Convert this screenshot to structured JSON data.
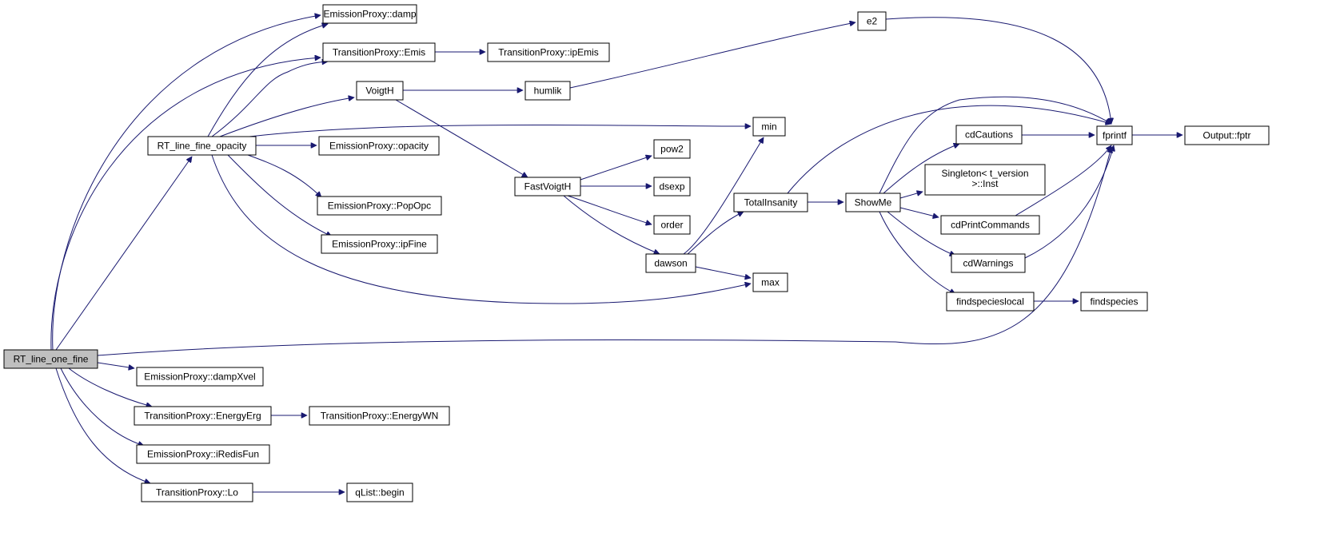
{
  "diagram": {
    "colors": {
      "edge": "#191970",
      "root_fill": "#bfbfbf",
      "node_fill": "#ffffff",
      "border": "#000000"
    },
    "nodes": [
      {
        "id": "n1",
        "label": "RT_line_one_fine",
        "root": true
      },
      {
        "id": "n2",
        "label": "EmissionProxy::damp"
      },
      {
        "id": "n3",
        "label": "TransitionProxy::Emis"
      },
      {
        "id": "n4",
        "label": "TransitionProxy::ipEmis"
      },
      {
        "id": "n5",
        "label": "e2"
      },
      {
        "id": "n6",
        "label": "VoigtH"
      },
      {
        "id": "n7",
        "label": "humlik"
      },
      {
        "id": "n8",
        "label": "min"
      },
      {
        "id": "n9",
        "label": "RT_line_fine_opacity"
      },
      {
        "id": "n10",
        "label": "EmissionProxy::opacity"
      },
      {
        "id": "n11",
        "label": "pow2"
      },
      {
        "id": "n12",
        "label": "FastVoigtH"
      },
      {
        "id": "n13",
        "label": "dsexp"
      },
      {
        "id": "n14",
        "label": "EmissionProxy::PopOpc"
      },
      {
        "id": "n15",
        "label": "order"
      },
      {
        "id": "n16",
        "label": "EmissionProxy::ipFine"
      },
      {
        "id": "n17",
        "label": "dawson"
      },
      {
        "id": "n18",
        "label": "max"
      },
      {
        "id": "n19",
        "label": "TotalInsanity"
      },
      {
        "id": "n20",
        "label": "ShowMe"
      },
      {
        "id": "n21",
        "label": "cdCautions"
      },
      {
        "id": "n22",
        "label": "fprintf"
      },
      {
        "id": "n23",
        "label": "Output::fptr"
      },
      {
        "id": "n24",
        "label": "Singleton< t_version",
        "label2": ">::Inst"
      },
      {
        "id": "n25",
        "label": "cdPrintCommands"
      },
      {
        "id": "n26",
        "label": "cdWarnings"
      },
      {
        "id": "n27",
        "label": "findspecieslocal"
      },
      {
        "id": "n28",
        "label": "findspecies"
      },
      {
        "id": "n29",
        "label": "EmissionProxy::dampXvel"
      },
      {
        "id": "n30",
        "label": "TransitionProxy::EnergyErg"
      },
      {
        "id": "n31",
        "label": "TransitionProxy::EnergyWN"
      },
      {
        "id": "n32",
        "label": "EmissionProxy::iRedisFun"
      },
      {
        "id": "n33",
        "label": "TransitionProxy::Lo"
      },
      {
        "id": "n34",
        "label": "qList::begin"
      }
    ],
    "edges": [
      [
        "n1",
        "n2"
      ],
      [
        "n1",
        "n3"
      ],
      [
        "n1",
        "n9"
      ],
      [
        "n1",
        "n22"
      ],
      [
        "n1",
        "n29"
      ],
      [
        "n1",
        "n30"
      ],
      [
        "n1",
        "n32"
      ],
      [
        "n1",
        "n33"
      ],
      [
        "n9",
        "n2"
      ],
      [
        "n9",
        "n3"
      ],
      [
        "n9",
        "n6"
      ],
      [
        "n9",
        "n8"
      ],
      [
        "n9",
        "n10"
      ],
      [
        "n9",
        "n14"
      ],
      [
        "n9",
        "n16"
      ],
      [
        "n9",
        "n18"
      ],
      [
        "n3",
        "n4"
      ],
      [
        "n6",
        "n7"
      ],
      [
        "n6",
        "n12"
      ],
      [
        "n7",
        "n5"
      ],
      [
        "n5",
        "n22"
      ],
      [
        "n12",
        "n11"
      ],
      [
        "n12",
        "n13"
      ],
      [
        "n12",
        "n15"
      ],
      [
        "n12",
        "n17"
      ],
      [
        "n17",
        "n8"
      ],
      [
        "n17",
        "n18"
      ],
      [
        "n17",
        "n19"
      ],
      [
        "n19",
        "n22"
      ],
      [
        "n19",
        "n20"
      ],
      [
        "n20",
        "n22"
      ],
      [
        "n20",
        "n21"
      ],
      [
        "n20",
        "n24"
      ],
      [
        "n20",
        "n25"
      ],
      [
        "n20",
        "n26"
      ],
      [
        "n20",
        "n27"
      ],
      [
        "n21",
        "n22"
      ],
      [
        "n25",
        "n22"
      ],
      [
        "n26",
        "n22"
      ],
      [
        "n22",
        "n23"
      ],
      [
        "n27",
        "n28"
      ],
      [
        "n30",
        "n31"
      ],
      [
        "n33",
        "n34"
      ]
    ]
  }
}
